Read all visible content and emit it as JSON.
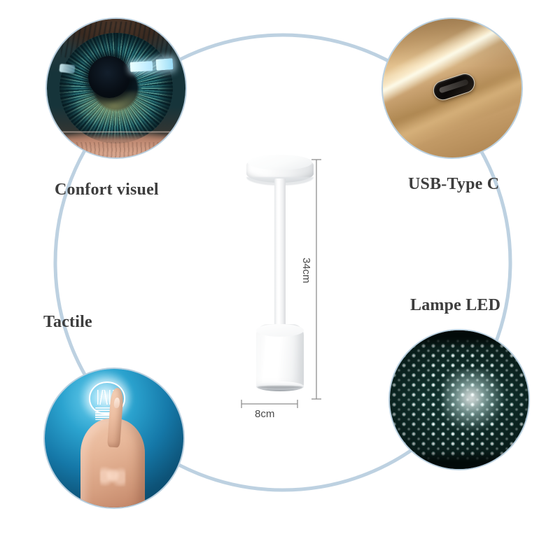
{
  "page": {
    "background_color": "#ffffff",
    "ring_color": "#b9cfdf",
    "label_color": "#3d3d3d",
    "dimension_color": "#4a4a4a"
  },
  "features": [
    {
      "id": "confort-visuel",
      "label": "Confort visuel",
      "image": "close-up-human-eye-blue-green-iris",
      "position": "top-left"
    },
    {
      "id": "usb-type-c",
      "label": "USB-Type C",
      "image": "gold-lamp-base-with-usb-c-port",
      "position": "top-right"
    },
    {
      "id": "tactile",
      "label": "Tactile",
      "image": "hand-finger-touching-glowing-light-bulb",
      "position": "bottom-left"
    },
    {
      "id": "lampe-led",
      "label": "Lampe LED",
      "image": "white-led-array-panel",
      "position": "bottom-right"
    }
  ],
  "product": {
    "name": "cordless-table-lamp",
    "parts": [
      "top-disc",
      "stem",
      "cylindrical-base"
    ],
    "color": "#ffffff"
  },
  "dimensions": {
    "height": "34cm",
    "width": "8cm"
  }
}
